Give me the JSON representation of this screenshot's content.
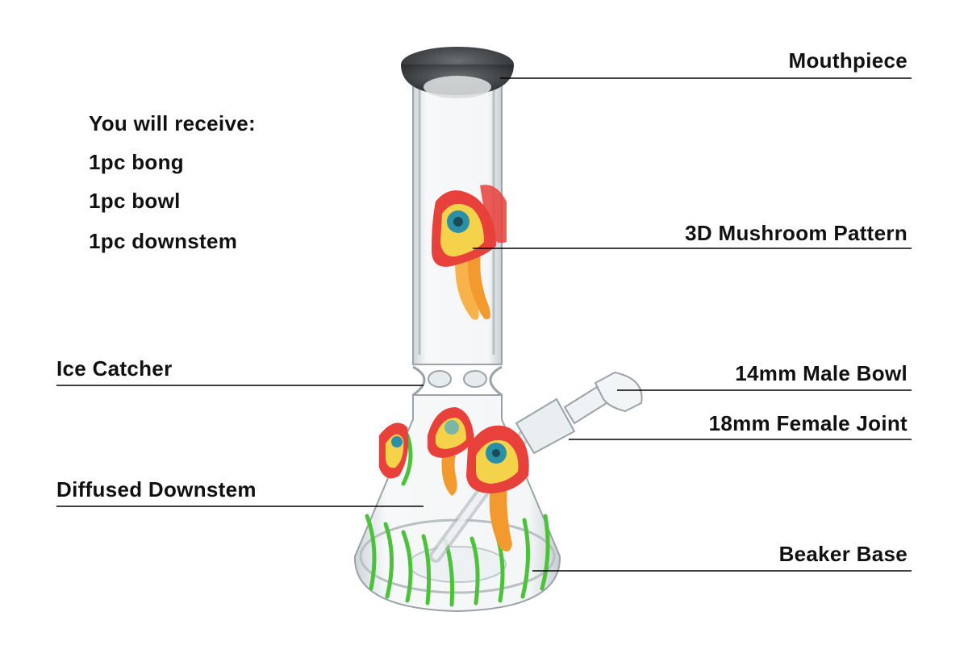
{
  "receive": {
    "heading": "You will receive:",
    "items": [
      "1pc bong",
      "1pc bowl",
      "1pc downstem"
    ]
  },
  "labels": {
    "mouthpiece": "Mouthpiece",
    "mushroom": "3D Mushroom Pattern",
    "ice_catcher": "Ice Catcher",
    "male_bowl": "14mm Male Bowl",
    "female_joint": "18mm Female Joint",
    "downstem": "Diffused Downstem",
    "base": "Beaker Base"
  },
  "colors": {
    "mouthpiece": "#3a3d3f",
    "mushroom_cap": "#e8403a",
    "mushroom_spots": "#f4d24a",
    "mushroom_eye": "#2a8fa8",
    "stem": "#f29a2e",
    "grass": "#4cc23a",
    "line": "#000000"
  }
}
